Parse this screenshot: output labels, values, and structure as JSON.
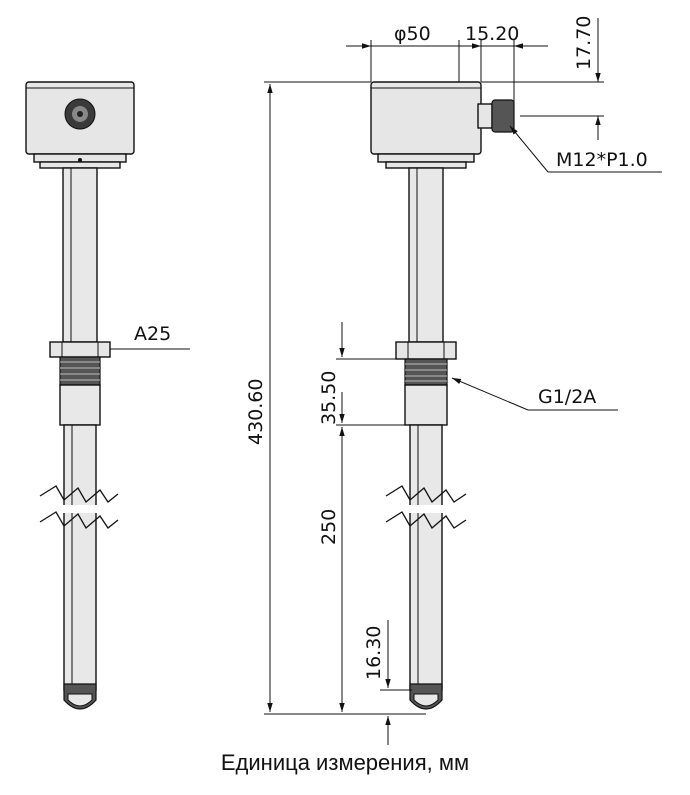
{
  "dimensions": {
    "diameter": "φ50",
    "offset": "15.20",
    "top_height": "17.70",
    "thread_connector": "M12*P1.0",
    "wrench_size": "A25",
    "process_thread": "G1/2A",
    "total_length": "430.60",
    "thread_length": "35.50",
    "insertion_length": "250",
    "tip_length": "16.30"
  },
  "caption": "Единица измерения, мм"
}
